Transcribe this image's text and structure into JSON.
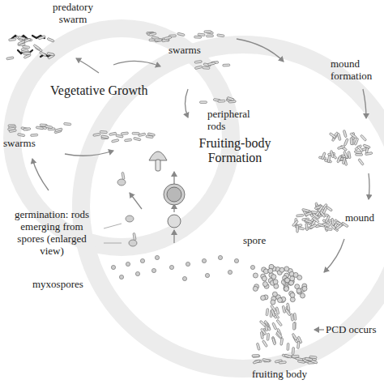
{
  "diagram": {
    "labels": [
      "predatory swarm",
      "swarms",
      "mound formation",
      "Vegetative Growth",
      "peripheral rods",
      "swarms",
      "Fruiting-body Formation",
      "mound",
      "spore",
      "germination: rods emerging from spores (enlarged view)",
      "myxospores",
      "PCD occurs",
      "fruiting body"
    ]
  }
}
